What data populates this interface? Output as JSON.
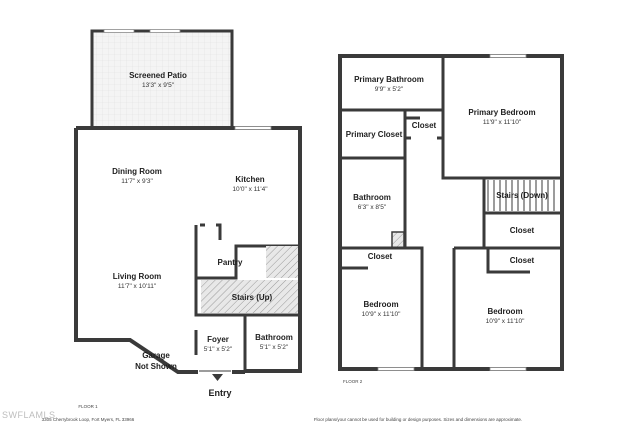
{
  "floor1": {
    "label": "FLOOR 1",
    "address": "3305 Cherrybrook Loop, Fort Myers, FL 33966",
    "rooms": {
      "screened_patio": {
        "name": "Screened Patio",
        "dim": "13'3\" x 9'5\""
      },
      "dining_room": {
        "name": "Dining Room",
        "dim": "11'7\" x 9'3\""
      },
      "kitchen": {
        "name": "Kitchen",
        "dim": "10'0\" x 11'4\""
      },
      "pantry": {
        "name": "Pantry"
      },
      "living_room": {
        "name": "Living Room",
        "dim": "11'7\" x 10'11\""
      },
      "stairs_up": {
        "name": "Stairs (Up)"
      },
      "foyer": {
        "name": "Foyer",
        "dim": "5'1\" x 5'2\""
      },
      "bathroom": {
        "name": "Bathroom",
        "dim": "5'1\" x 5'2\""
      }
    },
    "garage_line1": "Garage",
    "garage_line2": "Not Shown",
    "entry": "Entry"
  },
  "floor2": {
    "label": "FLOOR 2",
    "rooms": {
      "primary_bathroom": {
        "name": "Primary Bathroom",
        "dim": "9'9\" x 5'2\""
      },
      "primary_bedroom": {
        "name": "Primary Bedroom",
        "dim": "11'9\" x 11'10\""
      },
      "primary_closet": {
        "name": "Primary Closet"
      },
      "closet_top": {
        "name": "Closet"
      },
      "bathroom": {
        "name": "Bathroom",
        "dim": "6'3\" x 8'5\""
      },
      "stairs_down": {
        "name": "Stairs (Down)"
      },
      "closet_mid_right": {
        "name": "Closet"
      },
      "closet_left": {
        "name": "Closet"
      },
      "closet_right": {
        "name": "Closet"
      },
      "bedroom_left": {
        "name": "Bedroom",
        "dim": "10'9\" x 11'10\""
      },
      "bedroom_right": {
        "name": "Bedroom",
        "dim": "10'9\" x 11'10\""
      }
    }
  },
  "disclaimer": "Floor plans/your cannot be used for building or design purposes. Sizes and dimensions are approximate.",
  "watermark": "SWFLAMLS",
  "colors": {
    "wall": "#3a3a3a",
    "background": "#ffffff"
  }
}
